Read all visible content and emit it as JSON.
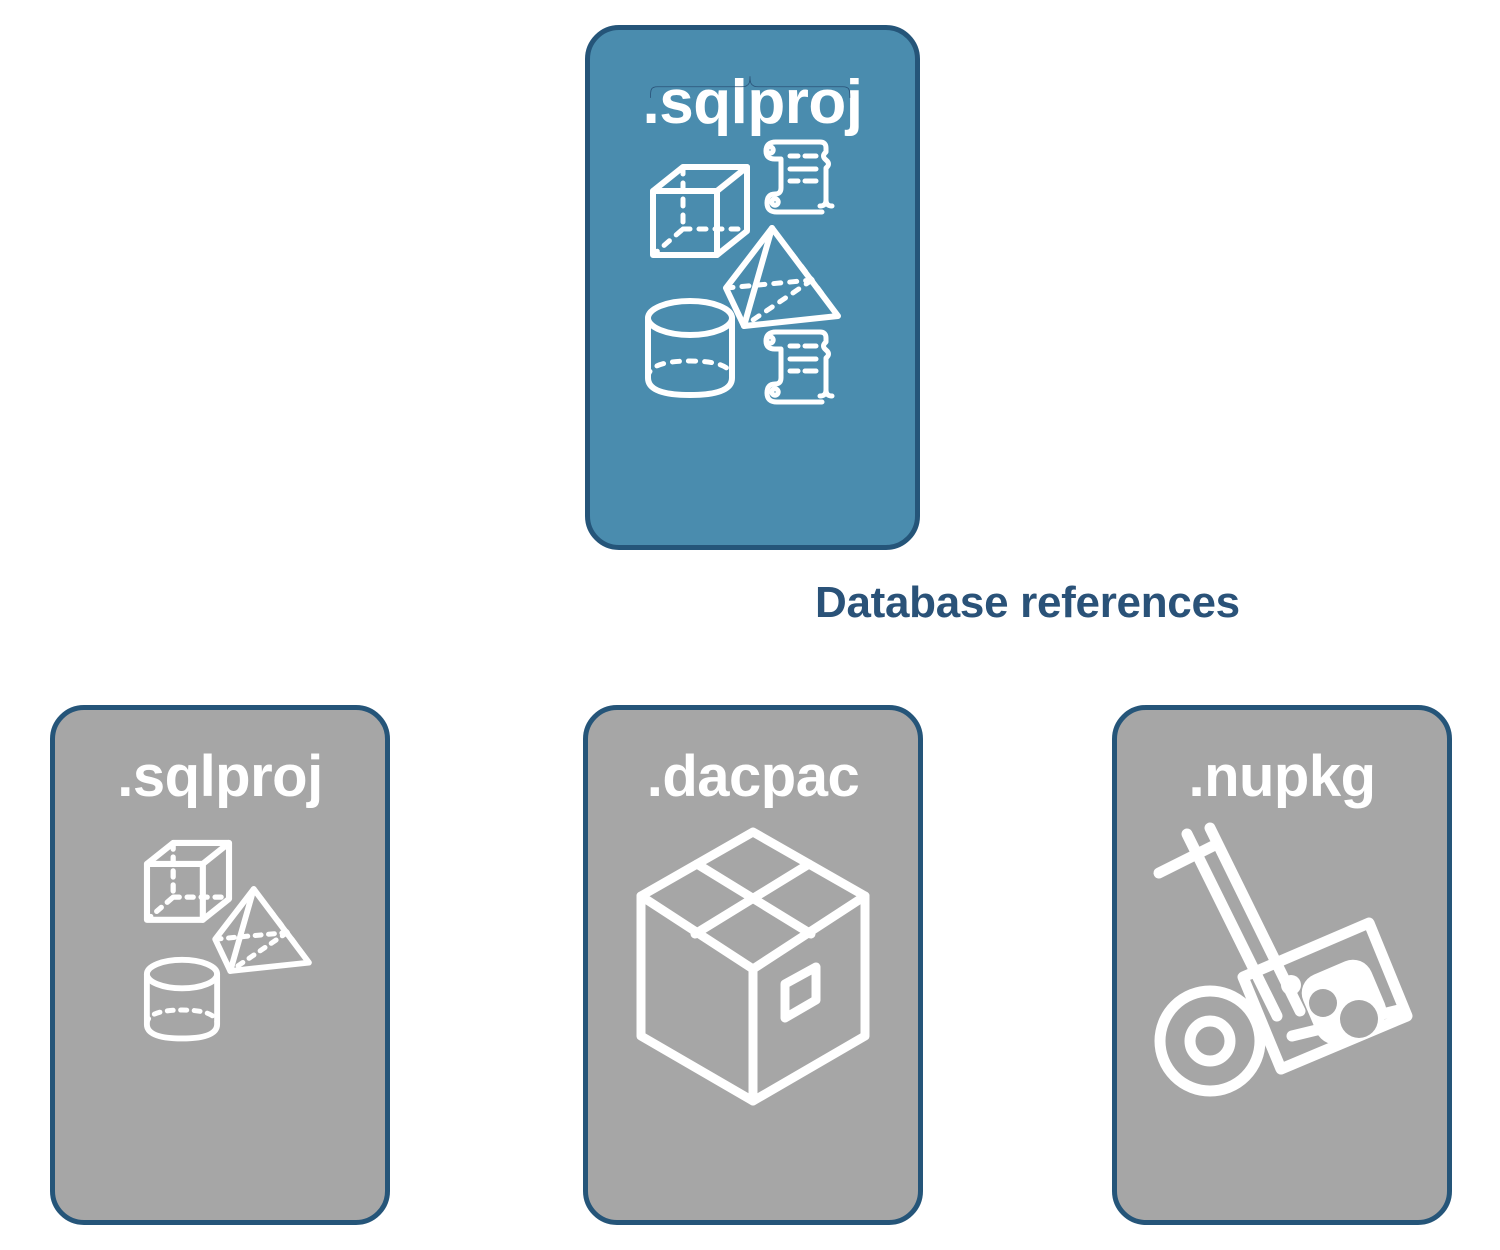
{
  "diagram": {
    "title_text": "Database references",
    "colors": {
      "primary_fill": "#4A8CAE",
      "secondary_fill": "#A6A6A6",
      "stroke": "#255579",
      "label_text": "#2A5278",
      "icon_stroke": "#FFFFFF"
    }
  },
  "root_node": {
    "label": ".sqlproj",
    "icons": [
      "cube-icon",
      "pyramid-icon",
      "cylinder-icon",
      "scroll-icon",
      "scroll-icon"
    ]
  },
  "connector": {
    "label": "Database references",
    "style": "curly-brace"
  },
  "reference_nodes": [
    {
      "label": ".sqlproj",
      "icons": [
        "cube-icon",
        "pyramid-icon",
        "cylinder-icon"
      ]
    },
    {
      "label": ".dacpac",
      "icons": [
        "shipping-box-icon"
      ]
    },
    {
      "label": ".nupkg",
      "icons": [
        "hand-truck-icon",
        "nuget-package-icon"
      ]
    }
  ]
}
